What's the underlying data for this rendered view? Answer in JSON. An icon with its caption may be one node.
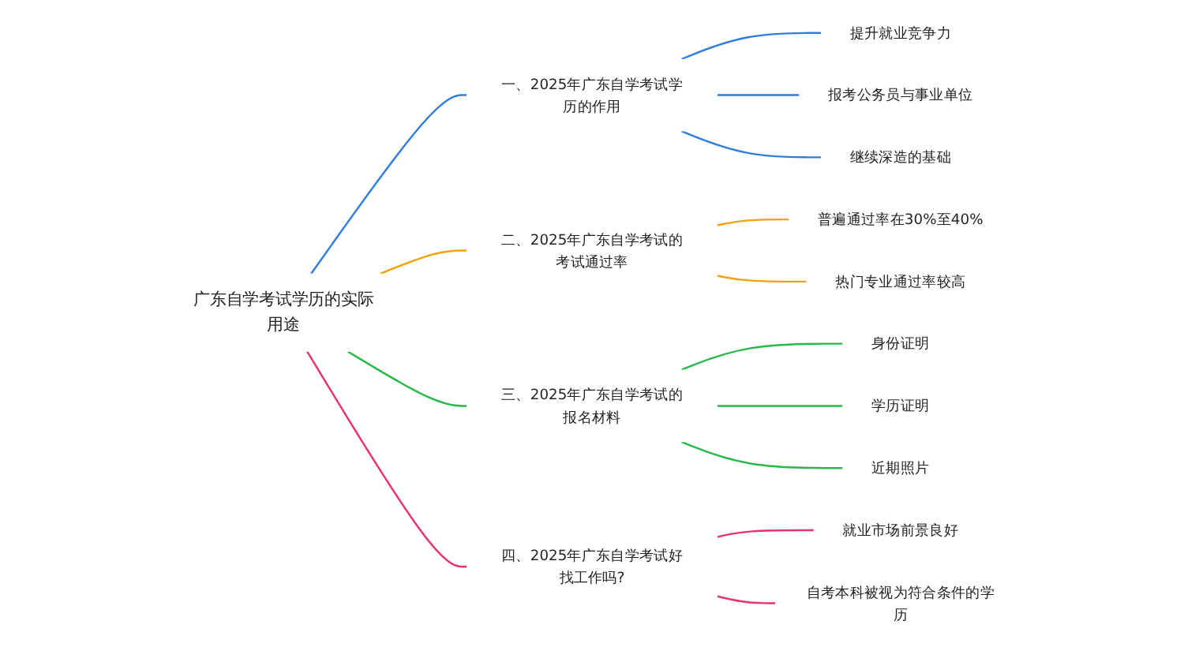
{
  "diagram": {
    "nodes": [
      {
        "text": [
          "广东自学考试学历的实际用途"
        ]
      },
      {
        "text": [
          "一、2025年广东自学考试学历的作用"
        ]
      },
      {
        "text": [
          "提升就业竞争力"
        ]
      },
      {
        "text": [
          "报考公务员与事业单位"
        ]
      },
      {
        "text": [
          "继续深造的基础"
        ]
      },
      {
        "text": [
          "二、2025年广东自学考试的考试通过率"
        ]
      },
      {
        "text": [
          "普遍通过率在30%至40%"
        ]
      },
      {
        "text": [
          "热门专业通过率较高"
        ]
      },
      {
        "text": [
          "三、2025年广东自学考试的报名材料"
        ]
      },
      {
        "text": [
          "身份证明"
        ]
      },
      {
        "text": [
          "学历证明"
        ]
      },
      {
        "text": [
          "近期照片"
        ]
      },
      {
        "text": [
          "四、2025年广东自学考试好找工作吗?"
        ]
      },
      {
        "text": [
          "就业市场前景良好"
        ]
      },
      {
        "text": [
          "自考本科被视为符合条件的学历"
        ]
      }
    ],
    "edges": [
      {
        "from": 0,
        "to": 1,
        "arrow": "none",
        "color": "#2f7de1"
      },
      {
        "from": 1,
        "to": 2,
        "arrow": "none",
        "color": "#2f7de1"
      },
      {
        "from": 1,
        "to": 3,
        "arrow": "none",
        "color": "#2f7de1"
      },
      {
        "from": 1,
        "to": 4,
        "arrow": "none",
        "color": "#2f7de1"
      },
      {
        "from": 0,
        "to": 5,
        "arrow": "none",
        "color": "#f0a30a"
      },
      {
        "from": 5,
        "to": 6,
        "arrow": "none",
        "color": "#f0a30a"
      },
      {
        "from": 5,
        "to": 7,
        "arrow": "none",
        "color": "#f0a30a"
      },
      {
        "from": 0,
        "to": 8,
        "arrow": "none",
        "color": "#27b84a"
      },
      {
        "from": 8,
        "to": 9,
        "arrow": "none",
        "color": "#27b84a"
      },
      {
        "from": 8,
        "to": 10,
        "arrow": "none",
        "color": "#27b84a"
      },
      {
        "from": 8,
        "to": 11,
        "arrow": "none",
        "color": "#27b84a"
      },
      {
        "from": 0,
        "to": 12,
        "arrow": "none",
        "color": "#e8336a"
      },
      {
        "from": 12,
        "to": 13,
        "arrow": "none",
        "color": "#e8336a"
      },
      {
        "from": 12,
        "to": 14,
        "arrow": "none",
        "color": "#e8336a"
      }
    ]
  }
}
